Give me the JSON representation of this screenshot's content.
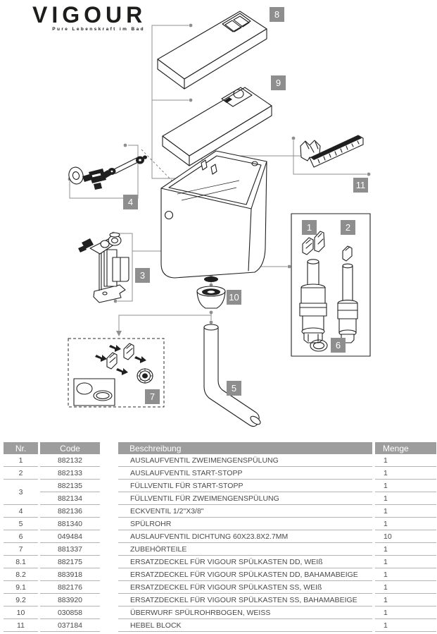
{
  "brand": {
    "wordmark": "VIGOUR",
    "tagline": "Pure Lebenskraft im Bad"
  },
  "diagram": {
    "callouts": {
      "c1": "1",
      "c2": "2",
      "c3": "3",
      "c4": "4",
      "c5": "5",
      "c6": "6",
      "c7": "7",
      "c8": "8",
      "c9": "9",
      "c10": "10",
      "c11": "11"
    },
    "colors": {
      "badge_bg": "#8e8e8e",
      "badge_text": "#ffffff",
      "line_art": "#1f1f1f",
      "leader_line": "#8f8f8f"
    }
  },
  "table": {
    "headers": [
      "Nr.",
      "Code",
      "Beschreibung",
      "Menge"
    ],
    "header_bg": "#9d9d9d",
    "rows": [
      {
        "nr": "1",
        "code": "882132",
        "desc": "AUSLAUFVENTIL ZWEIMENGENSPÜLUNG",
        "menge": "1"
      },
      {
        "nr": "2",
        "code": "882133",
        "desc": "AUSLAUFVENTIL START-STOPP",
        "menge": "1"
      },
      {
        "nr": "3",
        "rowspan": 2,
        "code": "882135",
        "desc": "FÜLLVENTIL FÜR START-STOPP",
        "menge": "1"
      },
      {
        "nr": null,
        "code": "882134",
        "desc": "FÜLLVENTIL FÜR ZWEIMENGENSPÜLUNG",
        "menge": "1"
      },
      {
        "nr": "4",
        "code": "882136",
        "desc": "ECKVENTIL 1/2\"X3/8\"",
        "menge": "1"
      },
      {
        "nr": "5",
        "code": "881340",
        "desc": "SPÜLROHR",
        "menge": "1"
      },
      {
        "nr": "6",
        "code": "049484",
        "desc": "AUSLAUFVENTIL DICHTUNG 60X23.8X2.7MM",
        "menge": "10"
      },
      {
        "nr": "7",
        "code": "881337",
        "desc": "ZUBEHÖRTEILE",
        "menge": "1"
      },
      {
        "nr": "8.1",
        "code": "882175",
        "desc": "ERSATZDECKEL FÜR VIGOUR SPÜLKASTEN DD, WEIß",
        "menge": "1"
      },
      {
        "nr": "8.2",
        "code": "883918",
        "desc": "ERSATZDECKEL FÜR VIGOUR SPÜLKASTEN DD, BAHAMABEIGE",
        "menge": "1"
      },
      {
        "nr": "9.1",
        "code": "882176",
        "desc": "ERSATZDECKEL FÜR VIGOUR SPÜLKASTEN SS, WEIß",
        "menge": "1"
      },
      {
        "nr": "9.2",
        "code": "883920",
        "desc": "ERSATZDECKEL FÜR VIGOUR SPÜLKASTEN SS, BAHAMABEIGE",
        "menge": "1"
      },
      {
        "nr": "10",
        "code": "030858",
        "desc": "ÜBERWURF SPÜLROHRBOGEN, WEISS",
        "menge": "1"
      },
      {
        "nr": "11",
        "code": "037184",
        "desc": "HEBEL BLOCK",
        "menge": "1"
      }
    ]
  }
}
